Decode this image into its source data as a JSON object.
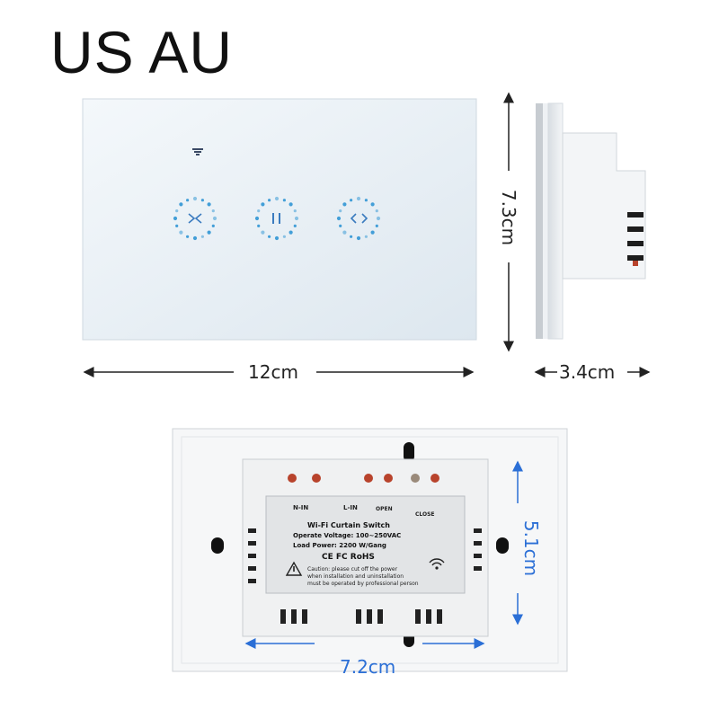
{
  "title": "US AU",
  "front_panel": {
    "buttons": [
      "open-curtain",
      "pause",
      "close-curtain"
    ]
  },
  "dimensions": {
    "width": "12cm",
    "height": "7.3cm",
    "depth": "3.4cm",
    "back_height": "5.1cm",
    "back_width": "7.2cm"
  },
  "back_label": {
    "terminal_n": "N-IN",
    "terminal_l": "L-IN",
    "terminal_open": "OPEN",
    "terminal_close": "CLOSE",
    "product": "Wi-Fi  Curtain Switch",
    "voltage": "Operate Voltage: 100~250VAC",
    "load": "Load Power: 2200 W/Gang",
    "marks": "CE FC RoHS",
    "caution_1": "Caution: please cut off the power",
    "caution_2": "when installation and uninstallation",
    "caution_3": "must be operated by professional person"
  },
  "colors": {
    "panel": "#e9f0f6",
    "touch_blue": "#3a9ad6",
    "dimension_blue": "#2b6fd6",
    "terminal_red": "#b8432c"
  }
}
